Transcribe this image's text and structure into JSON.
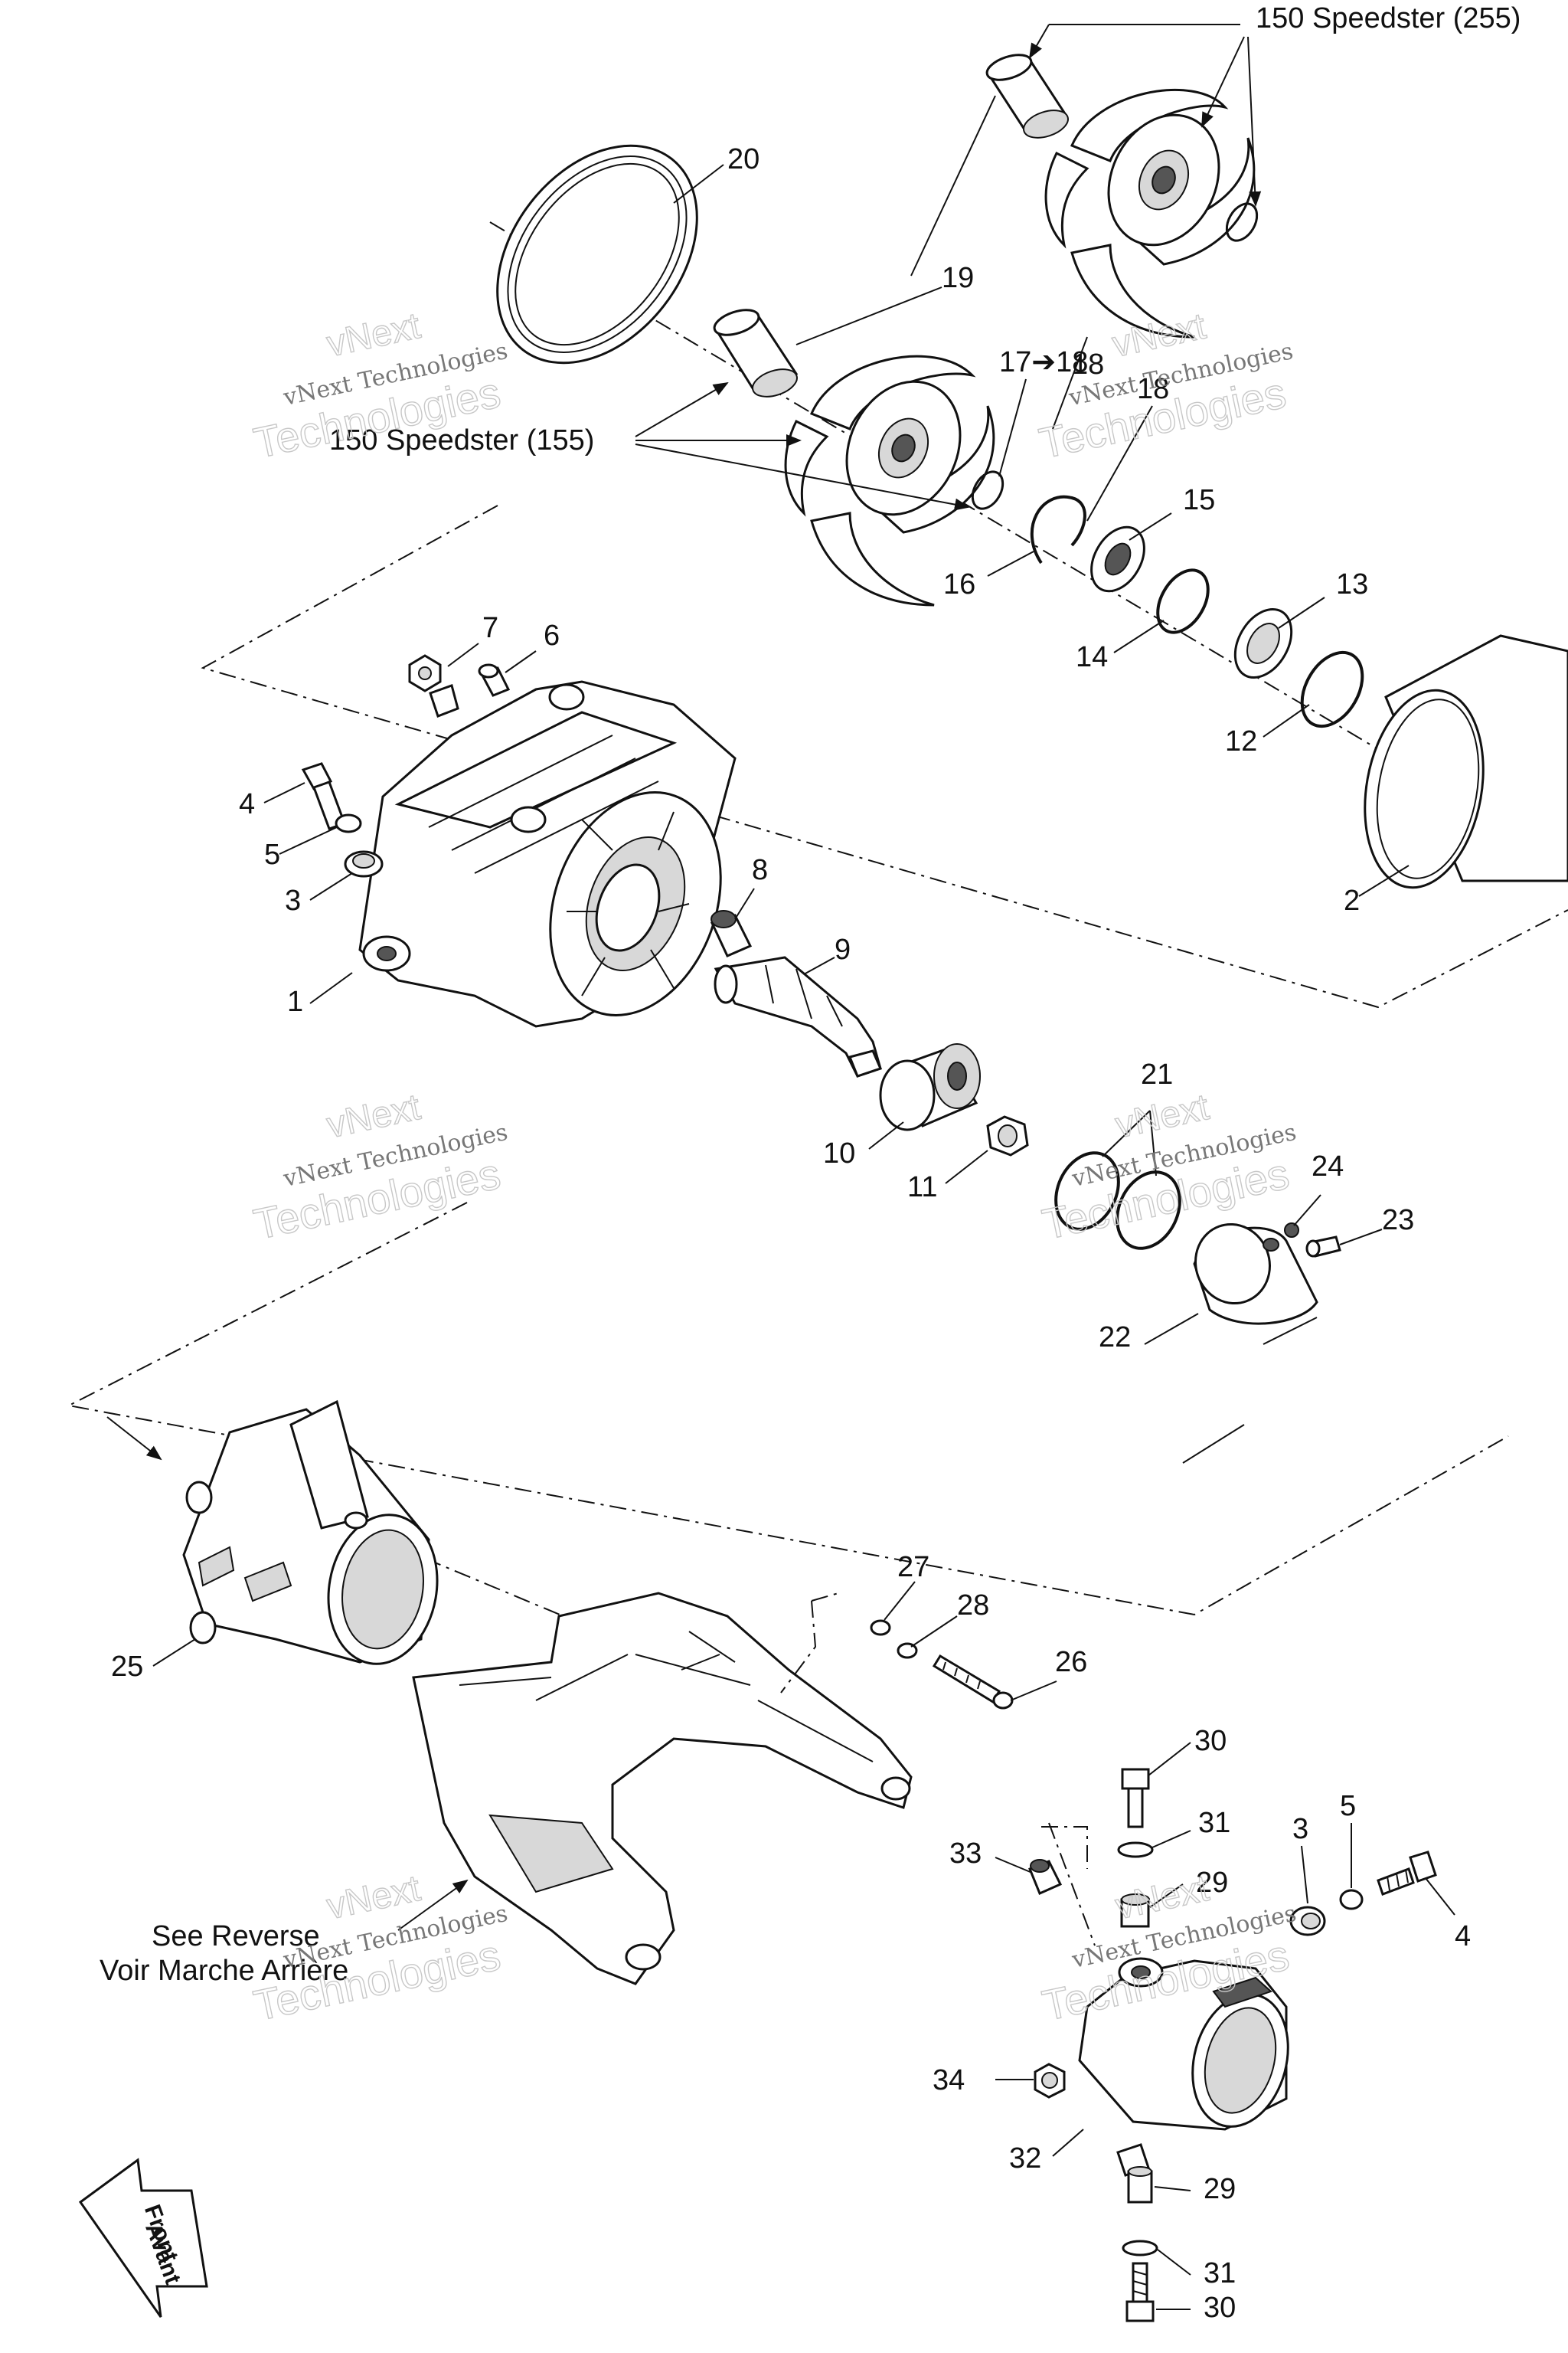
{
  "callouts": [
    "1",
    "2",
    "3",
    "3",
    "4",
    "4",
    "5",
    "5",
    "6",
    "7",
    "8",
    "9",
    "10",
    "11",
    "12",
    "13",
    "14",
    "15",
    "16",
    "17➔18",
    "18",
    "18",
    "19",
    "20",
    "21",
    "22",
    "23",
    "24",
    "25",
    "26",
    "27",
    "28",
    "29",
    "29",
    "30",
    "30",
    "31",
    "31",
    "32",
    "33",
    "34"
  ],
  "notes": {
    "speedster_255": "150 Speedster (255)",
    "speedster_155": "150 Speedster (155)",
    "reverse_en": "See Reverse",
    "reverse_fr": "Voir Marche Arrière"
  },
  "front_arrow": {
    "line1": "Front",
    "line2": "Avant"
  },
  "watermark": {
    "line1": "vNext",
    "line2": "Technologies",
    "small": "vNext Technologies"
  }
}
